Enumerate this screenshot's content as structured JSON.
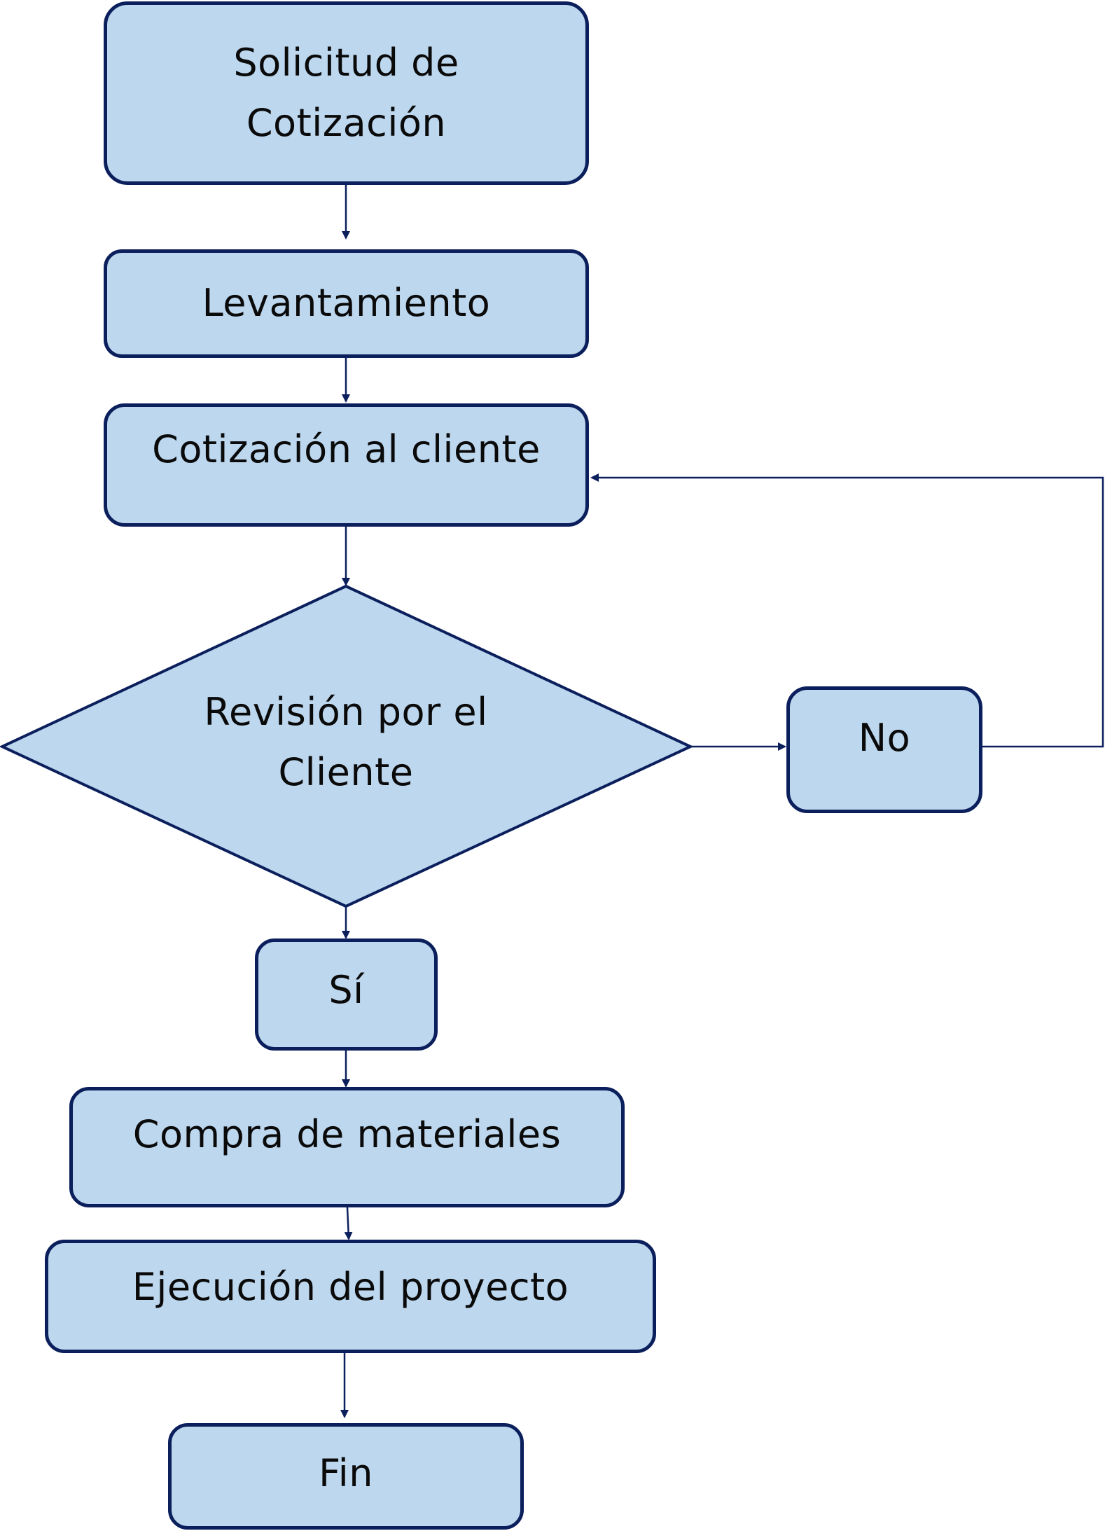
{
  "nodes": {
    "solicitud": "Solicitud de\nCotización",
    "levantamiento": "Levantamiento",
    "cotizacion": "Cotización al cliente",
    "revision": "Revisión por el\nCliente",
    "no": "No",
    "si": "Sí",
    "compra": "Compra de materiales",
    "ejecucion": "Ejecución del proyecto",
    "fin": "Fin"
  },
  "colors": {
    "fill": "#bdd7ee",
    "stroke": "#0b1f5c"
  }
}
